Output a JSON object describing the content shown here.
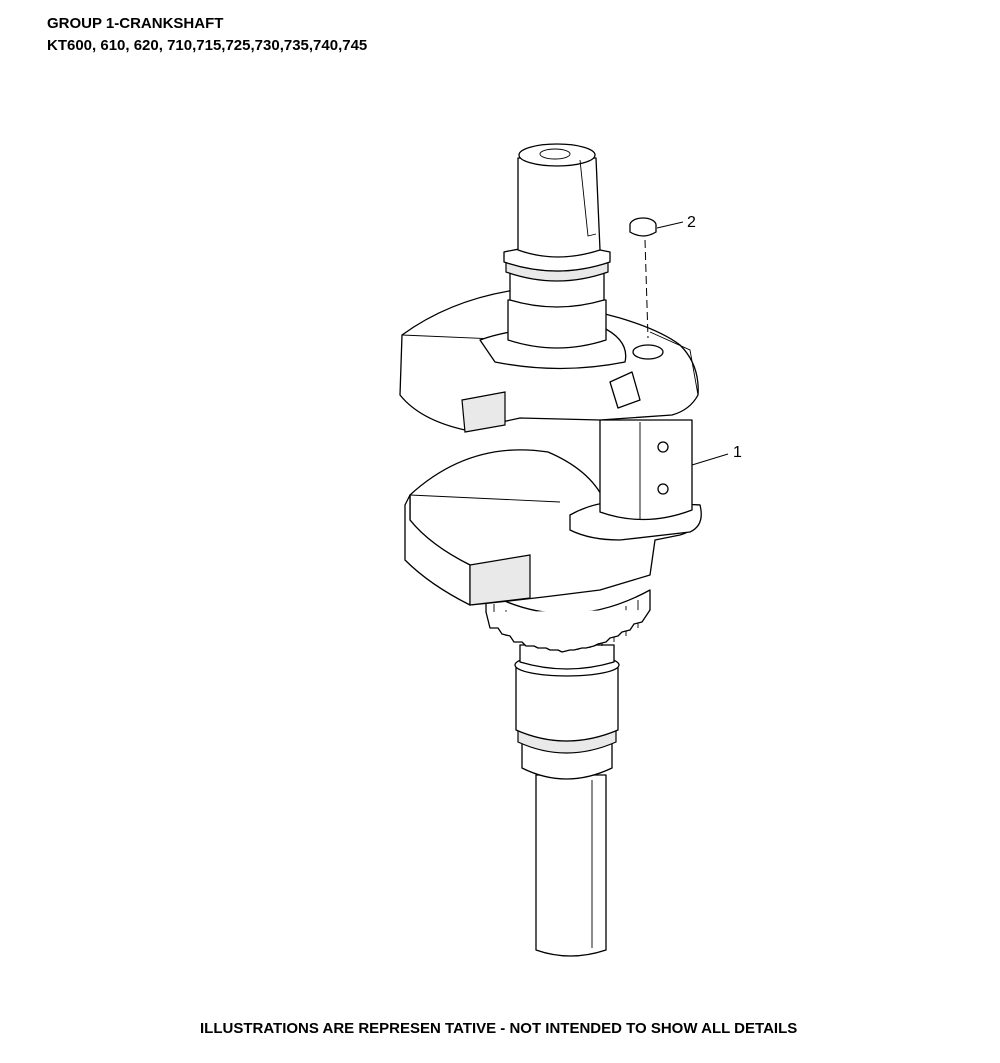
{
  "header": {
    "title": "GROUP 1-CRANKSHAFT",
    "models": "KT600, 610, 620, 710,715,725,730,735,740,745"
  },
  "callouts": [
    {
      "label": "1"
    },
    {
      "label": "2"
    }
  ],
  "footer": {
    "disclaimer": "ILLUSTRATIONS ARE REPRESEN TATIVE - NOT INTENDED  TO SHOW ALL DETAILS"
  }
}
